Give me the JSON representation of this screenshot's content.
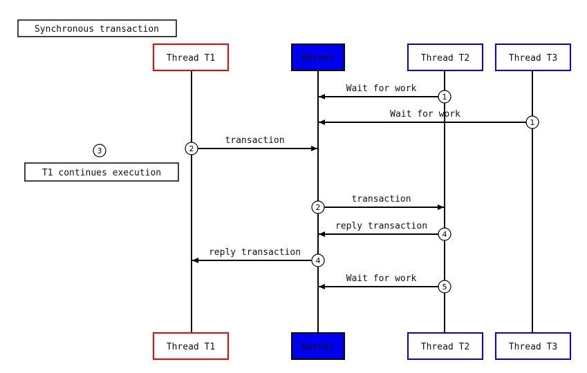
{
  "title": "Synchronous transaction",
  "note": "T1 continues execution",
  "note_step": "3",
  "participants": [
    {
      "id": "t1",
      "label": "Thread T1",
      "border": "#ff0000",
      "fill": "#ffffff",
      "text": "#000000"
    },
    {
      "id": "kernel",
      "label": "Kernel",
      "border": "#000000",
      "fill": "#0000ee",
      "text": "#ffffff"
    },
    {
      "id": "t2",
      "label": "Thread T2",
      "border": "#0000ee",
      "fill": "#ffffff",
      "text": "#000000"
    },
    {
      "id": "t3",
      "label": "Thread T3",
      "border": "#0000ee",
      "fill": "#ffffff",
      "text": "#000000"
    }
  ],
  "messages": [
    {
      "from": "t2",
      "to": "kernel",
      "label": "Wait for work",
      "step": "1"
    },
    {
      "from": "t3",
      "to": "kernel",
      "label": "Wait for work",
      "step": "1"
    },
    {
      "from": "t1",
      "to": "kernel",
      "label": "transaction",
      "step": "2"
    },
    {
      "from": "kernel",
      "to": "t2",
      "label": "transaction",
      "step": "2"
    },
    {
      "from": "t2",
      "to": "kernel",
      "label": "reply transaction",
      "step": "4"
    },
    {
      "from": "kernel",
      "to": "t1",
      "label": "reply transaction",
      "step": "4"
    },
    {
      "from": "t2",
      "to": "kernel",
      "label": "Wait for work",
      "step": "5"
    }
  ]
}
